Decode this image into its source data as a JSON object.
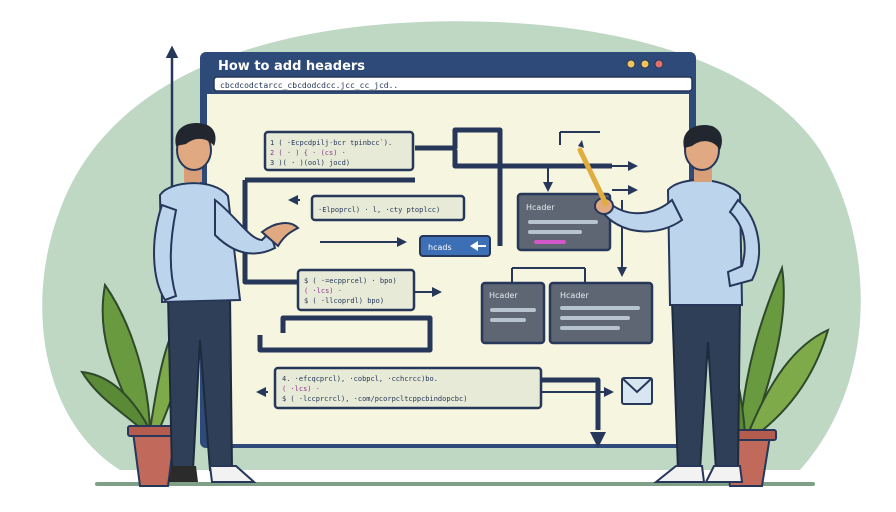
{
  "window": {
    "title": "How to add headers",
    "url": "cbcdcodctarcc_cbcdodcdcc.jcc_cc_jcd.."
  },
  "code_boxes": [
    {
      "line1": "1 ( ·Ecpcdpilj·bcr  tpinbcc`).",
      "line2": "2 ( · ) { · (cs) ·",
      "line3": "3 )( · )(ool) jocd)"
    },
    {
      "line1": "·Elpoprcl) ·  l, ·cty  ptoplcc)"
    },
    {
      "line1": "$ ( ·=ecpprcel) ·  bpo)",
      "line2": "( ·lcs) ·",
      "line3": "$ ( ·llcoprdl)  bpo)"
    },
    {
      "line1": "4. ·efcqcprcl), ·cobpcl, ·cchcrcc)bo.",
      "line2": "( ·lcs) ·",
      "line3": "$ ( ·lccprcrcl), ·com/pcorpcltcppcbindopcbc)"
    }
  ],
  "button": {
    "label": "hcads"
  },
  "header_cards": [
    {
      "label": "Hcader"
    },
    {
      "label": "Hcader"
    },
    {
      "label": "Hcader"
    }
  ],
  "colors": {
    "background_blob": "#bfd8c4",
    "window_frame": "#2e4a78",
    "window_body": "#f6f5df",
    "code_box": "#e7ead6",
    "card": "#5d6672",
    "arrow": "#26375a",
    "shirt": "#bcd5ec",
    "pants": "#2f3f58",
    "plant": "#6a9a3f",
    "pot": "#c1695a",
    "pencil": "#e0ad3e",
    "envelope": "#d8e6f2"
  },
  "icons": [
    "minimize-dot-icon",
    "maximize-dot-icon",
    "close-dot-icon",
    "envelope-icon",
    "pencil-icon"
  ]
}
